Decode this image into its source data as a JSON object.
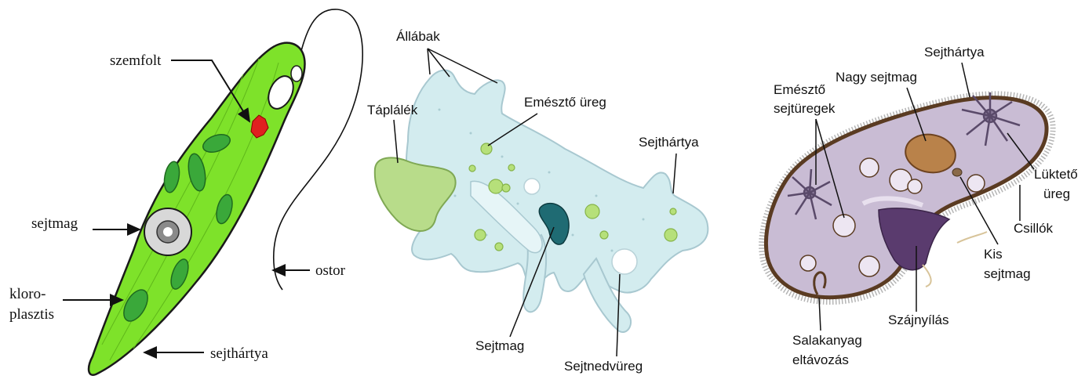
{
  "panels": {
    "euglena": {
      "labels": {
        "szemfolt": "szemfolt",
        "sejtmag": "sejtmag",
        "kloro1": "kloro-",
        "kloro2": "plasztis",
        "ostor": "ostor",
        "sejthartya": "sejthártya"
      },
      "colors": {
        "body": "#7ee22a",
        "outline": "#1a1a1a",
        "chloroplast": "#3aa83a",
        "eyespot": "#e02020"
      }
    },
    "amoeba": {
      "labels": {
        "allabak": "Állábak",
        "taplalek": "Táplálék",
        "emeszto": "Emésztő üreg",
        "sejthartya": "Sejthártya",
        "sejtmag": "Sejtmag",
        "sejtnedv": "Sejtnedvüreg"
      },
      "colors": {
        "body": "#d3ecef",
        "food": "#b8dc8a",
        "nucleus": "#1f6b73",
        "vacuole": "#b6e07a"
      }
    },
    "paramecium": {
      "labels": {
        "emeszto1": "Emésztő",
        "emeszto2": "sejtüregek",
        "nagy": "Nagy sejtmag",
        "sejthartya": "Sejthártya",
        "luktet1": "Lüktető",
        "luktet2": "üreg",
        "csillok": "Csillók",
        "kis1": "Kis",
        "kis2": "sejtmag",
        "szaj": "Szájnyílás",
        "salak1": "Salakanyag",
        "salak2": "eltávozás"
      },
      "colors": {
        "body": "#c9bcd4",
        "outline": "#5a3b22",
        "macronucleus": "#b9824a",
        "groove": "#5a3b6e"
      }
    }
  }
}
